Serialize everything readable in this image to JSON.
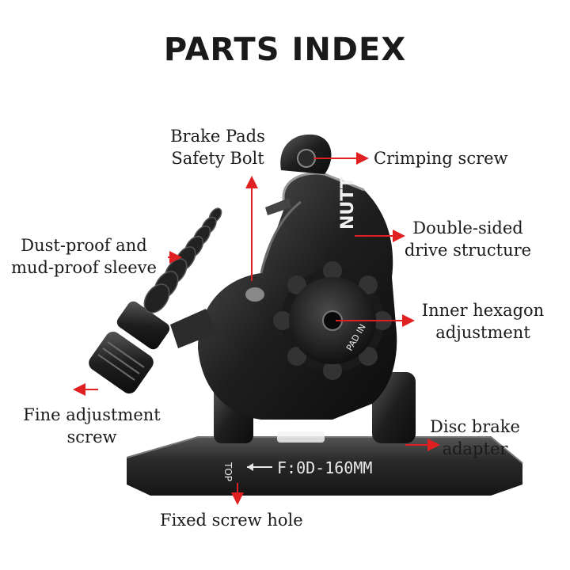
{
  "title": "PARTS INDEX",
  "product": {
    "brand_mark": "NUTT",
    "base_marking": "F:0D-160MM",
    "base_small": "TOP",
    "knob_marking": "PAD IN"
  },
  "labels": {
    "brake_pads_line1": "Brake Pads",
    "brake_pads_line2": "Safety Bolt",
    "crimping": "Crimping screw",
    "double_sided_line1": "Double-sided",
    "double_sided_line2": "drive structure",
    "dust_line1": "Dust-proof and",
    "dust_line2": "mud-proof sleeve",
    "inner_hex_line1": "Inner hexagon",
    "inner_hex_line2": "adjustment",
    "fine_line1": "Fine adjustment",
    "fine_line2": "screw",
    "disc_line1": "Disc brake",
    "disc_line2": "adapter",
    "fixed": "Fixed screw hole"
  },
  "colors": {
    "arrow": "#e02020",
    "metal_dark": "#1c1c1c",
    "metal_mid": "#3a3a3a",
    "metal_light": "#8a8a8a"
  }
}
